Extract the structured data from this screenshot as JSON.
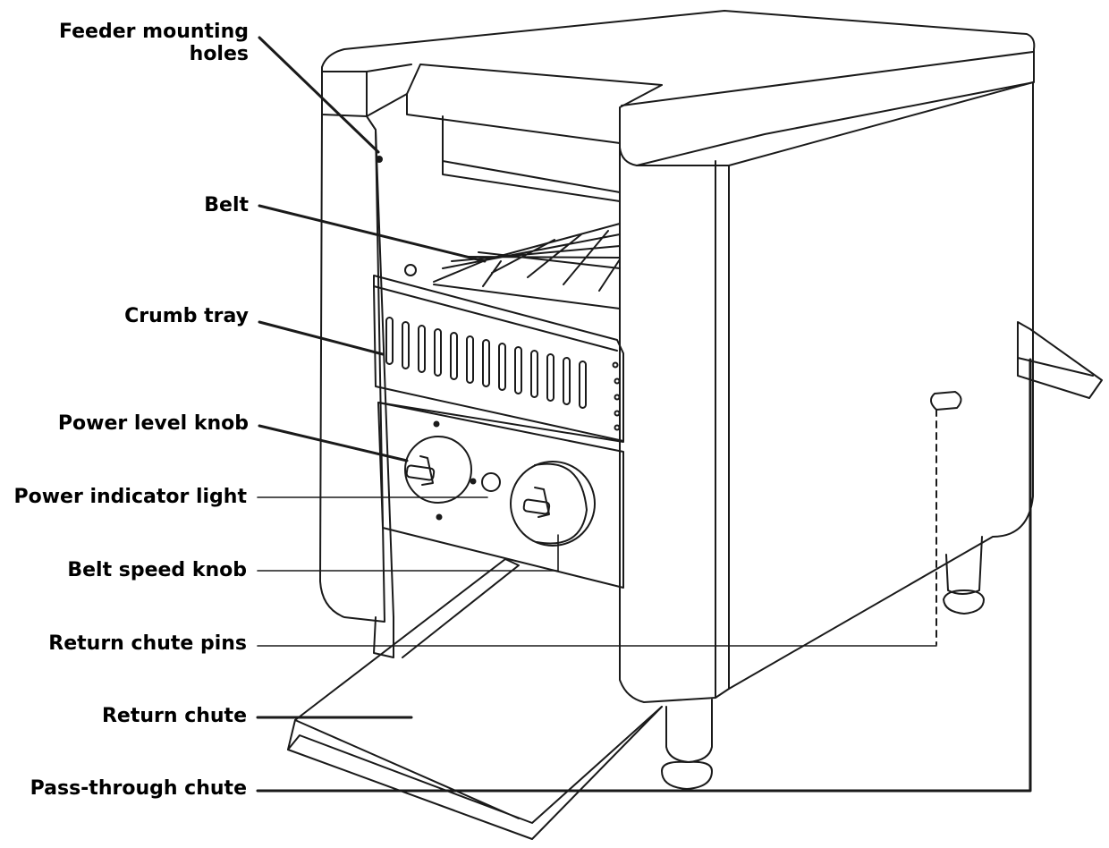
{
  "labels": {
    "feeder_line1": "Feeder mounting",
    "feeder_line2": "holes",
    "belt": "Belt",
    "crumb_tray": "Crumb tray",
    "power_level_knob": "Power level knob",
    "power_indicator_light": "Power indicator light",
    "belt_speed_knob": "Belt speed knob",
    "return_chute_pins": "Return chute pins",
    "return_chute": "Return chute",
    "pass_through_chute": "Pass-through chute"
  },
  "colors": {
    "line": "#1a1a1a",
    "background": "#ffffff"
  }
}
